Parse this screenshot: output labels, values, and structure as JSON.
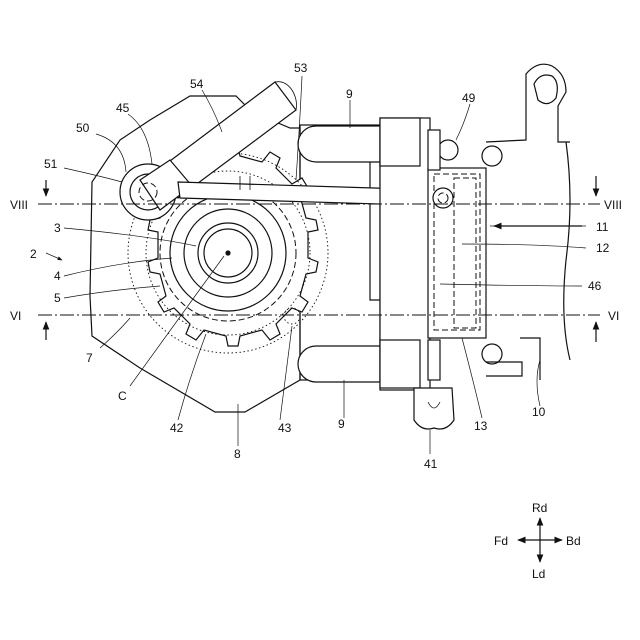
{
  "labels": {
    "n2": "2",
    "n3": "3",
    "n4": "4",
    "n5": "5",
    "n7": "7",
    "n8": "8",
    "n9a": "9",
    "n9b": "9",
    "n10": "10",
    "n11": "11",
    "n12": "12",
    "n13": "13",
    "n41": "41",
    "n42": "42",
    "n43": "43",
    "n45": "45",
    "n46": "46",
    "n49": "49",
    "n50": "50",
    "n51": "51",
    "n53": "53",
    "n54": "54",
    "nC": "C"
  },
  "sections": {
    "viii_left": "VIII",
    "viii_right": "VIII",
    "vi_left": "VI",
    "vi_right": "VI"
  },
  "compass": {
    "up": "Rd",
    "down": "Ld",
    "left": "Fd",
    "right": "Bd"
  }
}
